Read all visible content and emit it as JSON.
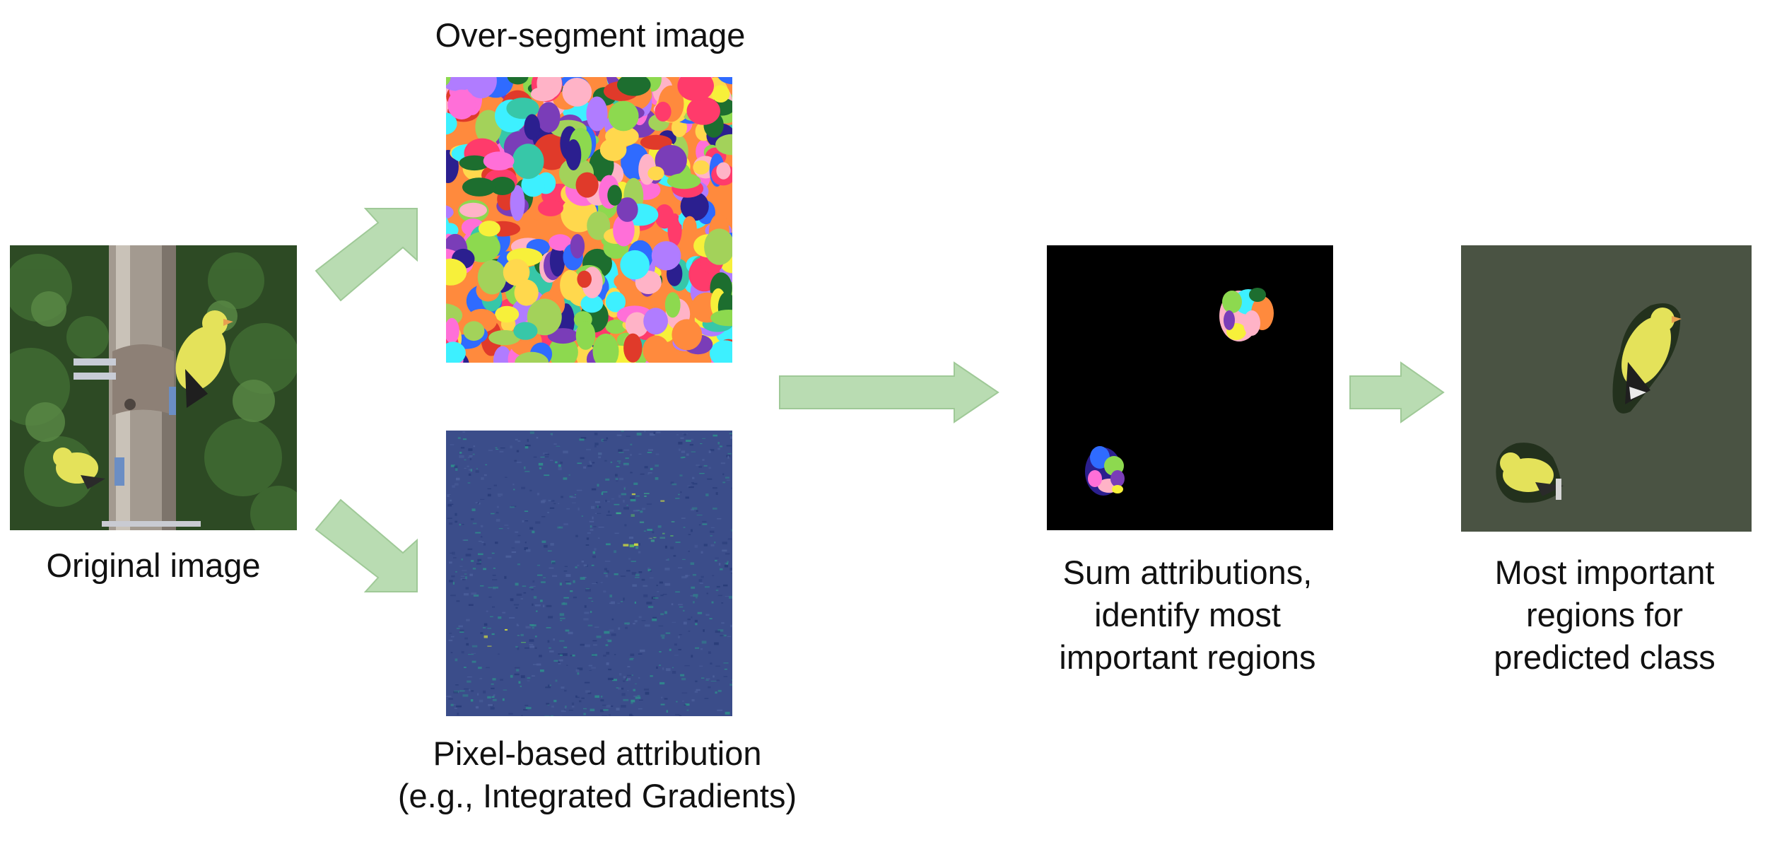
{
  "labels": {
    "original": "Original image",
    "oversegment": "Over-segment image",
    "pixel_line1": "Pixel-based attribution",
    "pixel_line2": "(e.g., Integrated Gradients)",
    "sum_line1": "Sum attributions,",
    "sum_line2": "identify most",
    "sum_line3": "important regions",
    "most_line1": "Most important",
    "most_line2": "regions for",
    "most_line3": "predicted class"
  },
  "colors": {
    "arrow": "#b9dcb2",
    "arrow_stroke": "#9fc997",
    "attribution_bg": "#3b4d8a",
    "mask_bg": "#000000",
    "result_bg": "#4a5343",
    "bird_yellow": "#e4e25a"
  },
  "segment_palette": [
    "#ff3b6b",
    "#3df0ff",
    "#f7f03a",
    "#2b1f8f",
    "#8dd94f",
    "#ff8a3d",
    "#ff6fd8",
    "#1d6e2f",
    "#b07cff",
    "#ffb3c7",
    "#2f6bff",
    "#e03a2a",
    "#a3d25a",
    "#7a3db8",
    "#ffd84d",
    "#37c7a8"
  ]
}
